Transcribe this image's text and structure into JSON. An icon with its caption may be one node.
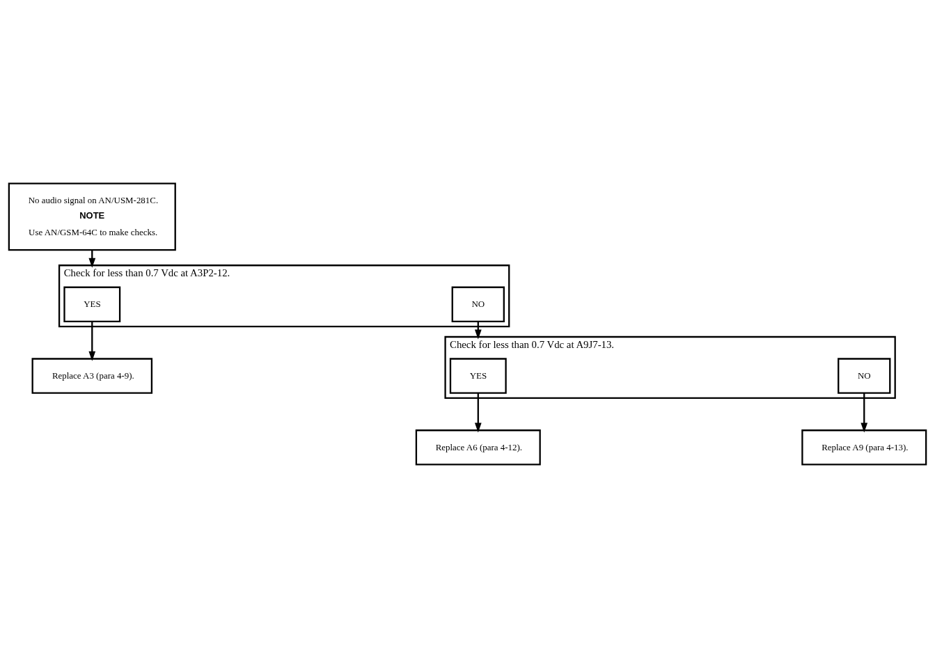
{
  "diagram": {
    "nodes": [
      {
        "text": [
          "No audio signal on AN/USM-281C.",
          "NOTE",
          "Use AN/GSM-64C to make checks."
        ]
      },
      {
        "text": [
          "Check for less than 0.7 Vdc at A3P2-12."
        ]
      },
      {
        "text": [
          "YES"
        ],
        "in": 1
      },
      {
        "text": [
          "NO"
        ],
        "in": 1
      },
      {
        "text": [
          "Replace A3 (para 4-9)."
        ]
      },
      {
        "text": [
          "Check for less than 0.7 Vdc at A9J7-13."
        ]
      },
      {
        "text": [
          "YES"
        ],
        "in": 5
      },
      {
        "text": [
          "NO"
        ],
        "in": 5
      },
      {
        "text": [
          "Replace A6 (para 4-12)."
        ]
      },
      {
        "text": [
          "Replace A9 (para 4-13)."
        ]
      }
    ],
    "edges": [
      {
        "from": 0,
        "to": 1,
        "arrow": "to"
      },
      {
        "from": 2,
        "to": 4,
        "arrow": "to"
      },
      {
        "from": 3,
        "to": 5,
        "arrow": "to"
      },
      {
        "from": 6,
        "to": 8,
        "arrow": "to"
      },
      {
        "from": 7,
        "to": 9,
        "arrow": "to"
      }
    ]
  }
}
